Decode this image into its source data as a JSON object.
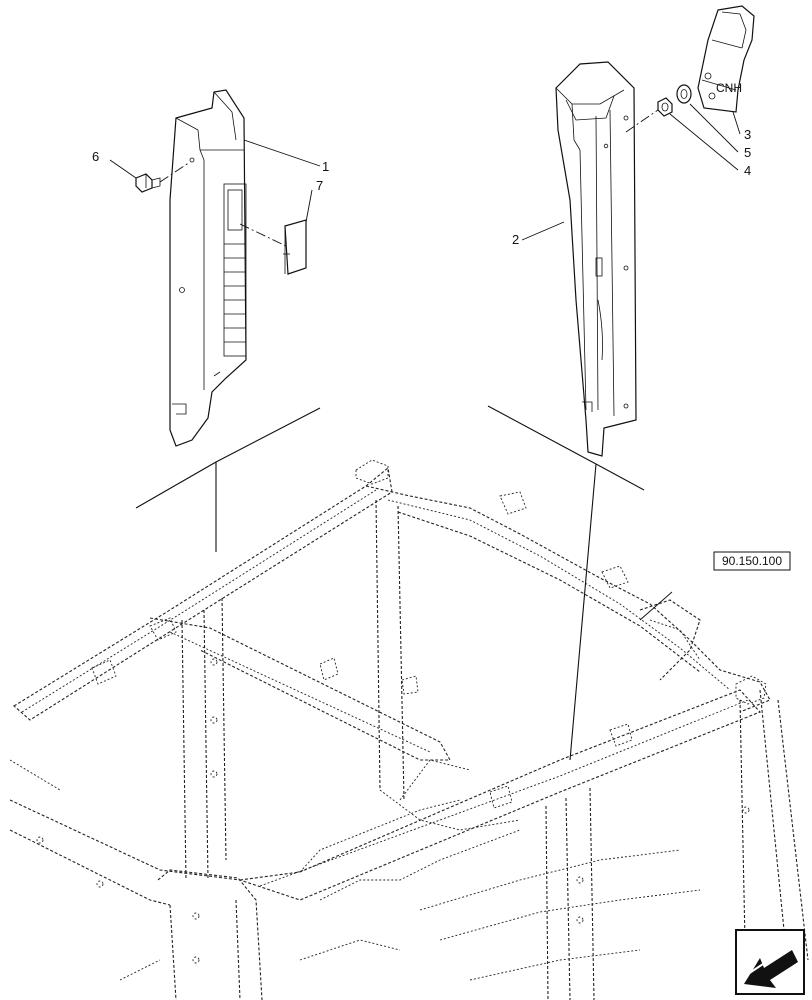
{
  "callouts": [
    {
      "id": "1",
      "text": "1"
    },
    {
      "id": "2",
      "text": "2"
    },
    {
      "id": "3",
      "text": "3"
    },
    {
      "id": "4",
      "text": "4"
    },
    {
      "id": "5",
      "text": "5"
    },
    {
      "id": "6",
      "text": "6"
    },
    {
      "id": "7",
      "text": "7"
    }
  ],
  "reference_box": {
    "text": "90.150.100"
  },
  "nav_icon": "back-arrow-icon"
}
